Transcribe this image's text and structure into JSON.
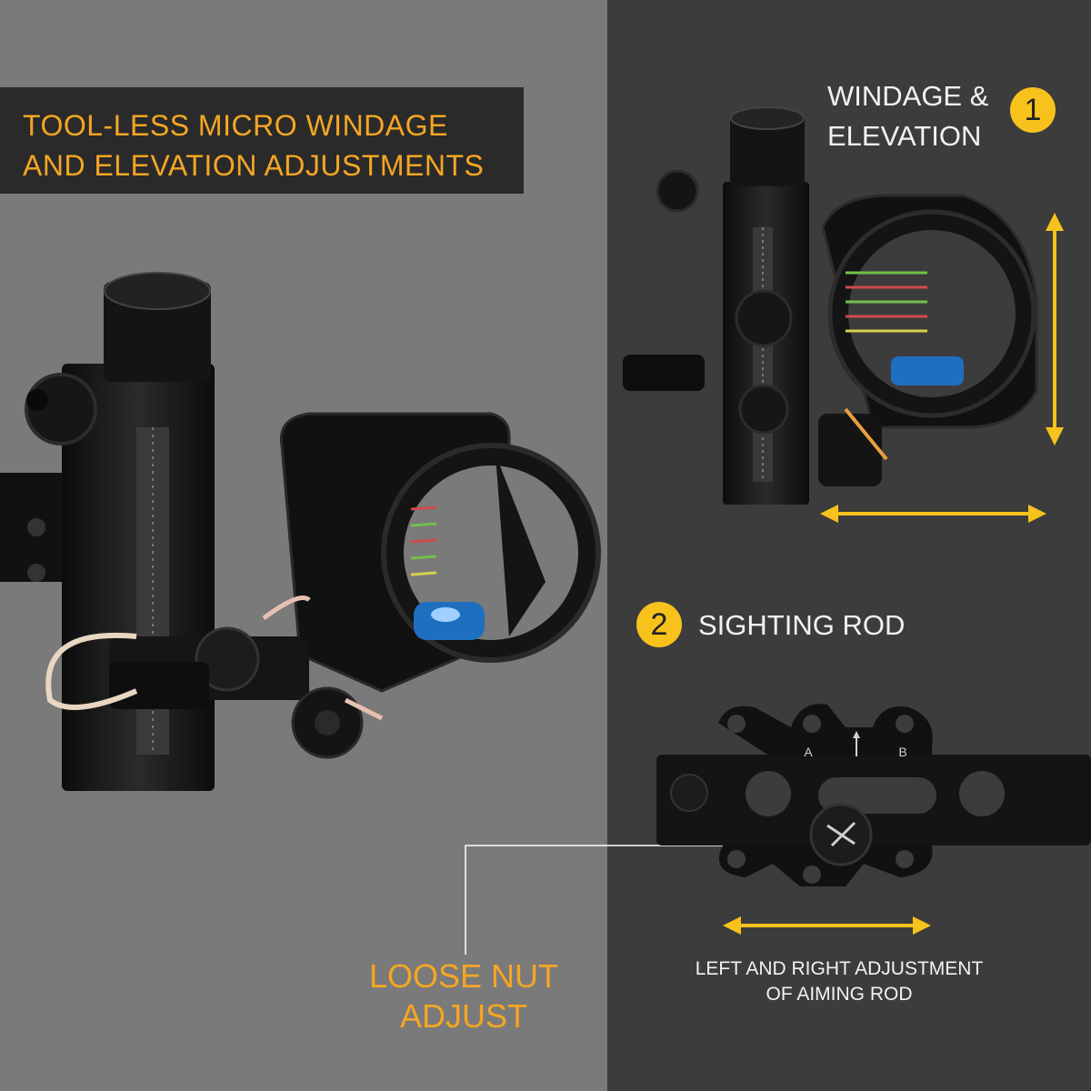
{
  "colors": {
    "left_background": "#7a7a7a",
    "right_background": "#3c3c3c",
    "headline_box": "#2a2a2a",
    "headline_text": "#f5a623",
    "badge": "#f7c21b",
    "arrow": "#f7c21b",
    "label_text": "#f2f2f2"
  },
  "headline": {
    "line1": "TOOL-LESS MICRO WINDAGE",
    "line2": "AND ELEVATION ADJUSTMENTS"
  },
  "feature1": {
    "badge": "1",
    "line1": "WINDAGE &",
    "line2": "ELEVATION",
    "icons": [
      "vertical-double-arrow-icon",
      "horizontal-double-arrow-icon"
    ]
  },
  "feature2": {
    "badge": "2",
    "label": "SIGHTING ROD",
    "icons": [
      "horizontal-double-arrow-icon"
    ],
    "rod_marks": {
      "left": "A",
      "right": "B"
    }
  },
  "callout": {
    "line1": "LOOSE NUT",
    "line2": "ADJUST"
  },
  "rod_caption": {
    "line1": "LEFT AND RIGHT ADJUSTMENT",
    "line2": "OF AIMING ROD"
  }
}
